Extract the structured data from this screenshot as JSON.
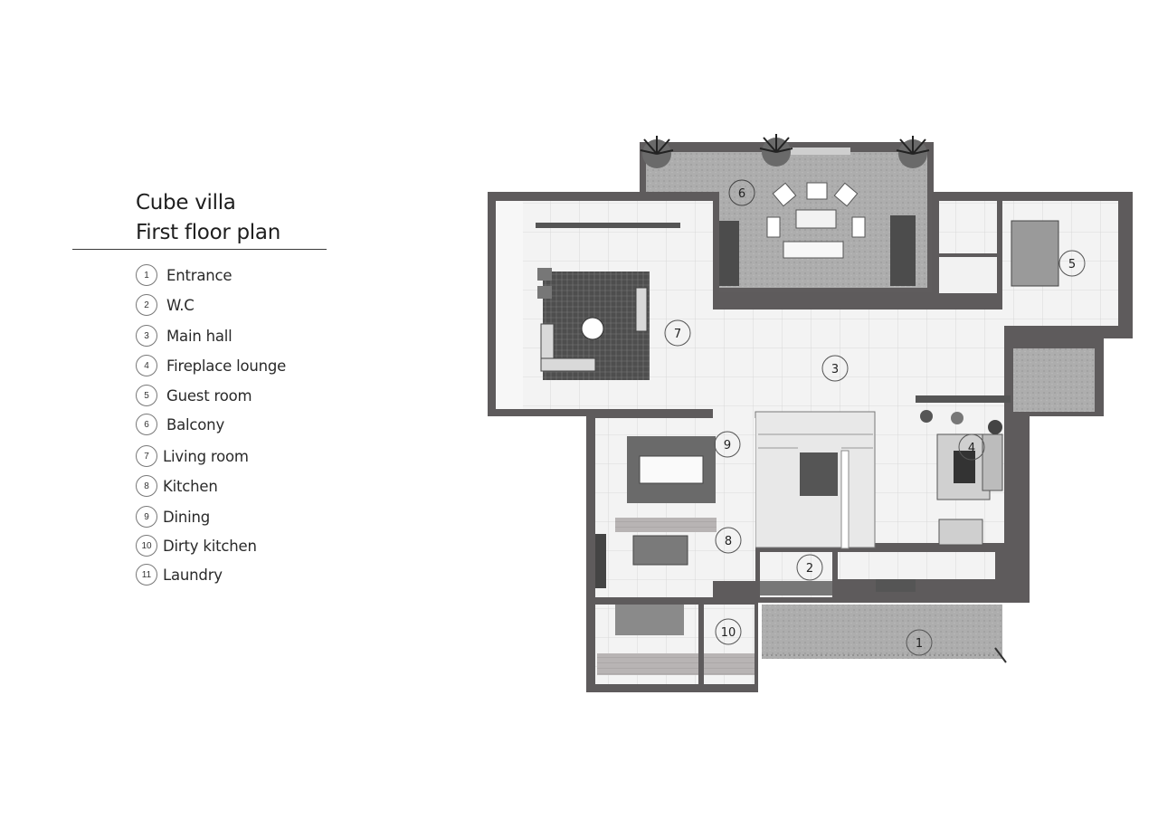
{
  "title": {
    "line1": "Cube villa",
    "line2": "First floor plan"
  },
  "legend": [
    {
      "num": "1",
      "label": "Entrance"
    },
    {
      "num": "2",
      "label": "W.C"
    },
    {
      "num": "3",
      "label": "Main hall"
    },
    {
      "num": "4",
      "label": "Fireplace lounge"
    },
    {
      "num": "5",
      "label": "Guest room"
    },
    {
      "num": "6",
      "label": "Balcony"
    },
    {
      "num": "7",
      "label": "Living room"
    },
    {
      "num": "8",
      "label": "Kitchen"
    },
    {
      "num": "9",
      "label": "Dining"
    },
    {
      "num": "10",
      "label": "Dirty kitchen"
    },
    {
      "num": "11",
      "label": "Laundry"
    }
  ],
  "plan": {
    "room_markers": [
      "1",
      "2",
      "3",
      "4",
      "5",
      "6",
      "7",
      "8",
      "9",
      "10"
    ]
  },
  "colors": {
    "wall": "#5e5b5c",
    "floor_tile": "#f3f3f3",
    "tile_line": "#d4d4d4",
    "paving": "#a9a9a9",
    "rug": "#4f4f4f",
    "planter": "#5a5a5a",
    "title_rule": "#3a3a3a"
  }
}
